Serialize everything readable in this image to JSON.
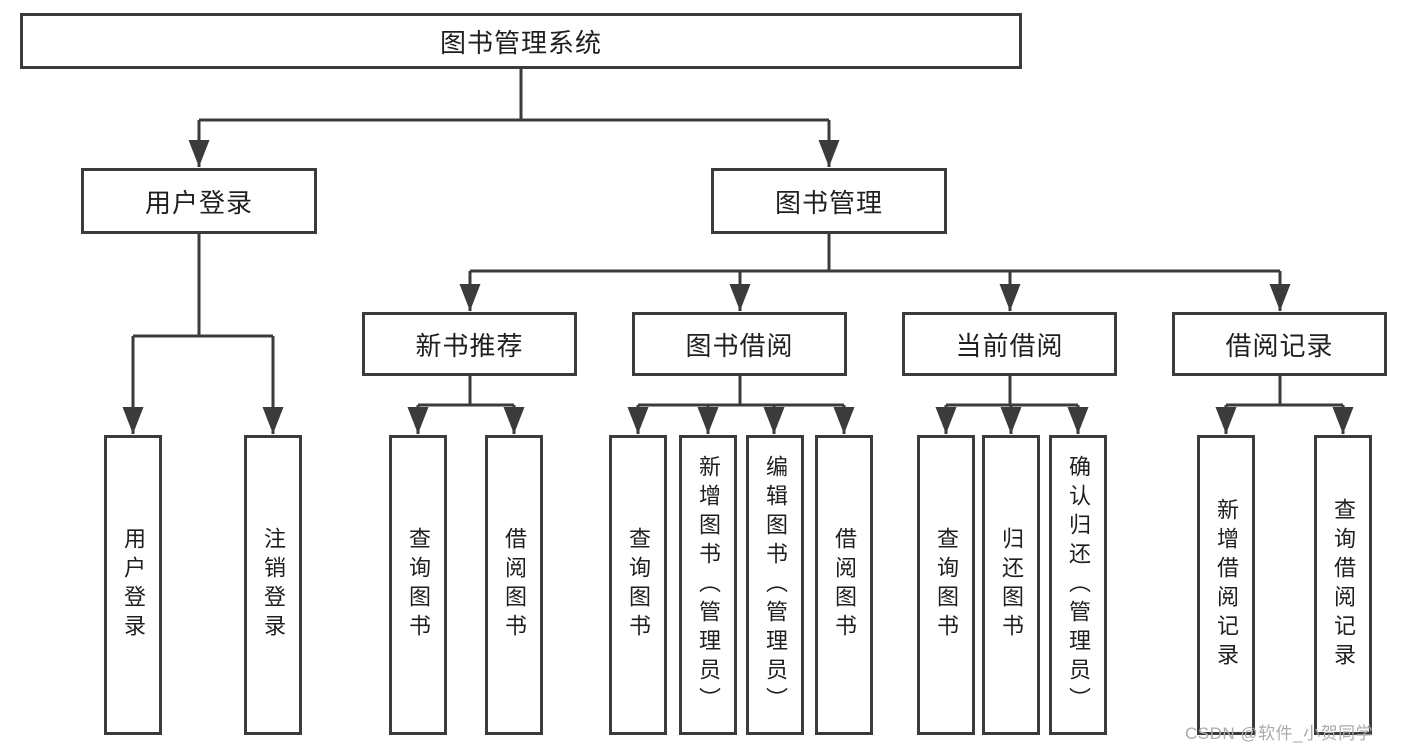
{
  "diagram": {
    "root": {
      "label": "图书管理系统"
    },
    "level2": [
      {
        "label": "用户登录"
      },
      {
        "label": "图书管理"
      }
    ],
    "level3": [
      {
        "label": "新书推荐"
      },
      {
        "label": "图书借阅"
      },
      {
        "label": "当前借阅"
      },
      {
        "label": "借阅记录"
      }
    ],
    "leaves": {
      "user_login": [
        "用户登录",
        "注销登录"
      ],
      "new_book": [
        "查询图书",
        "借阅图书"
      ],
      "book_borrow": [
        "查询图书",
        "新增图书（管理员）",
        "编辑图书（管理员）",
        "借阅图书"
      ],
      "current_borrow": [
        "查询图书",
        "归还图书",
        "确认归还（管理员）"
      ],
      "borrow_records": [
        "新增借阅记录",
        "查询借阅记录"
      ]
    }
  },
  "watermark": {
    "text": "CSDN @软件_小贺同学"
  },
  "colors": {
    "line": "#3b3b3b",
    "text": "#1f1f1f",
    "watermark": "#ababab",
    "background": "#ffffff"
  }
}
